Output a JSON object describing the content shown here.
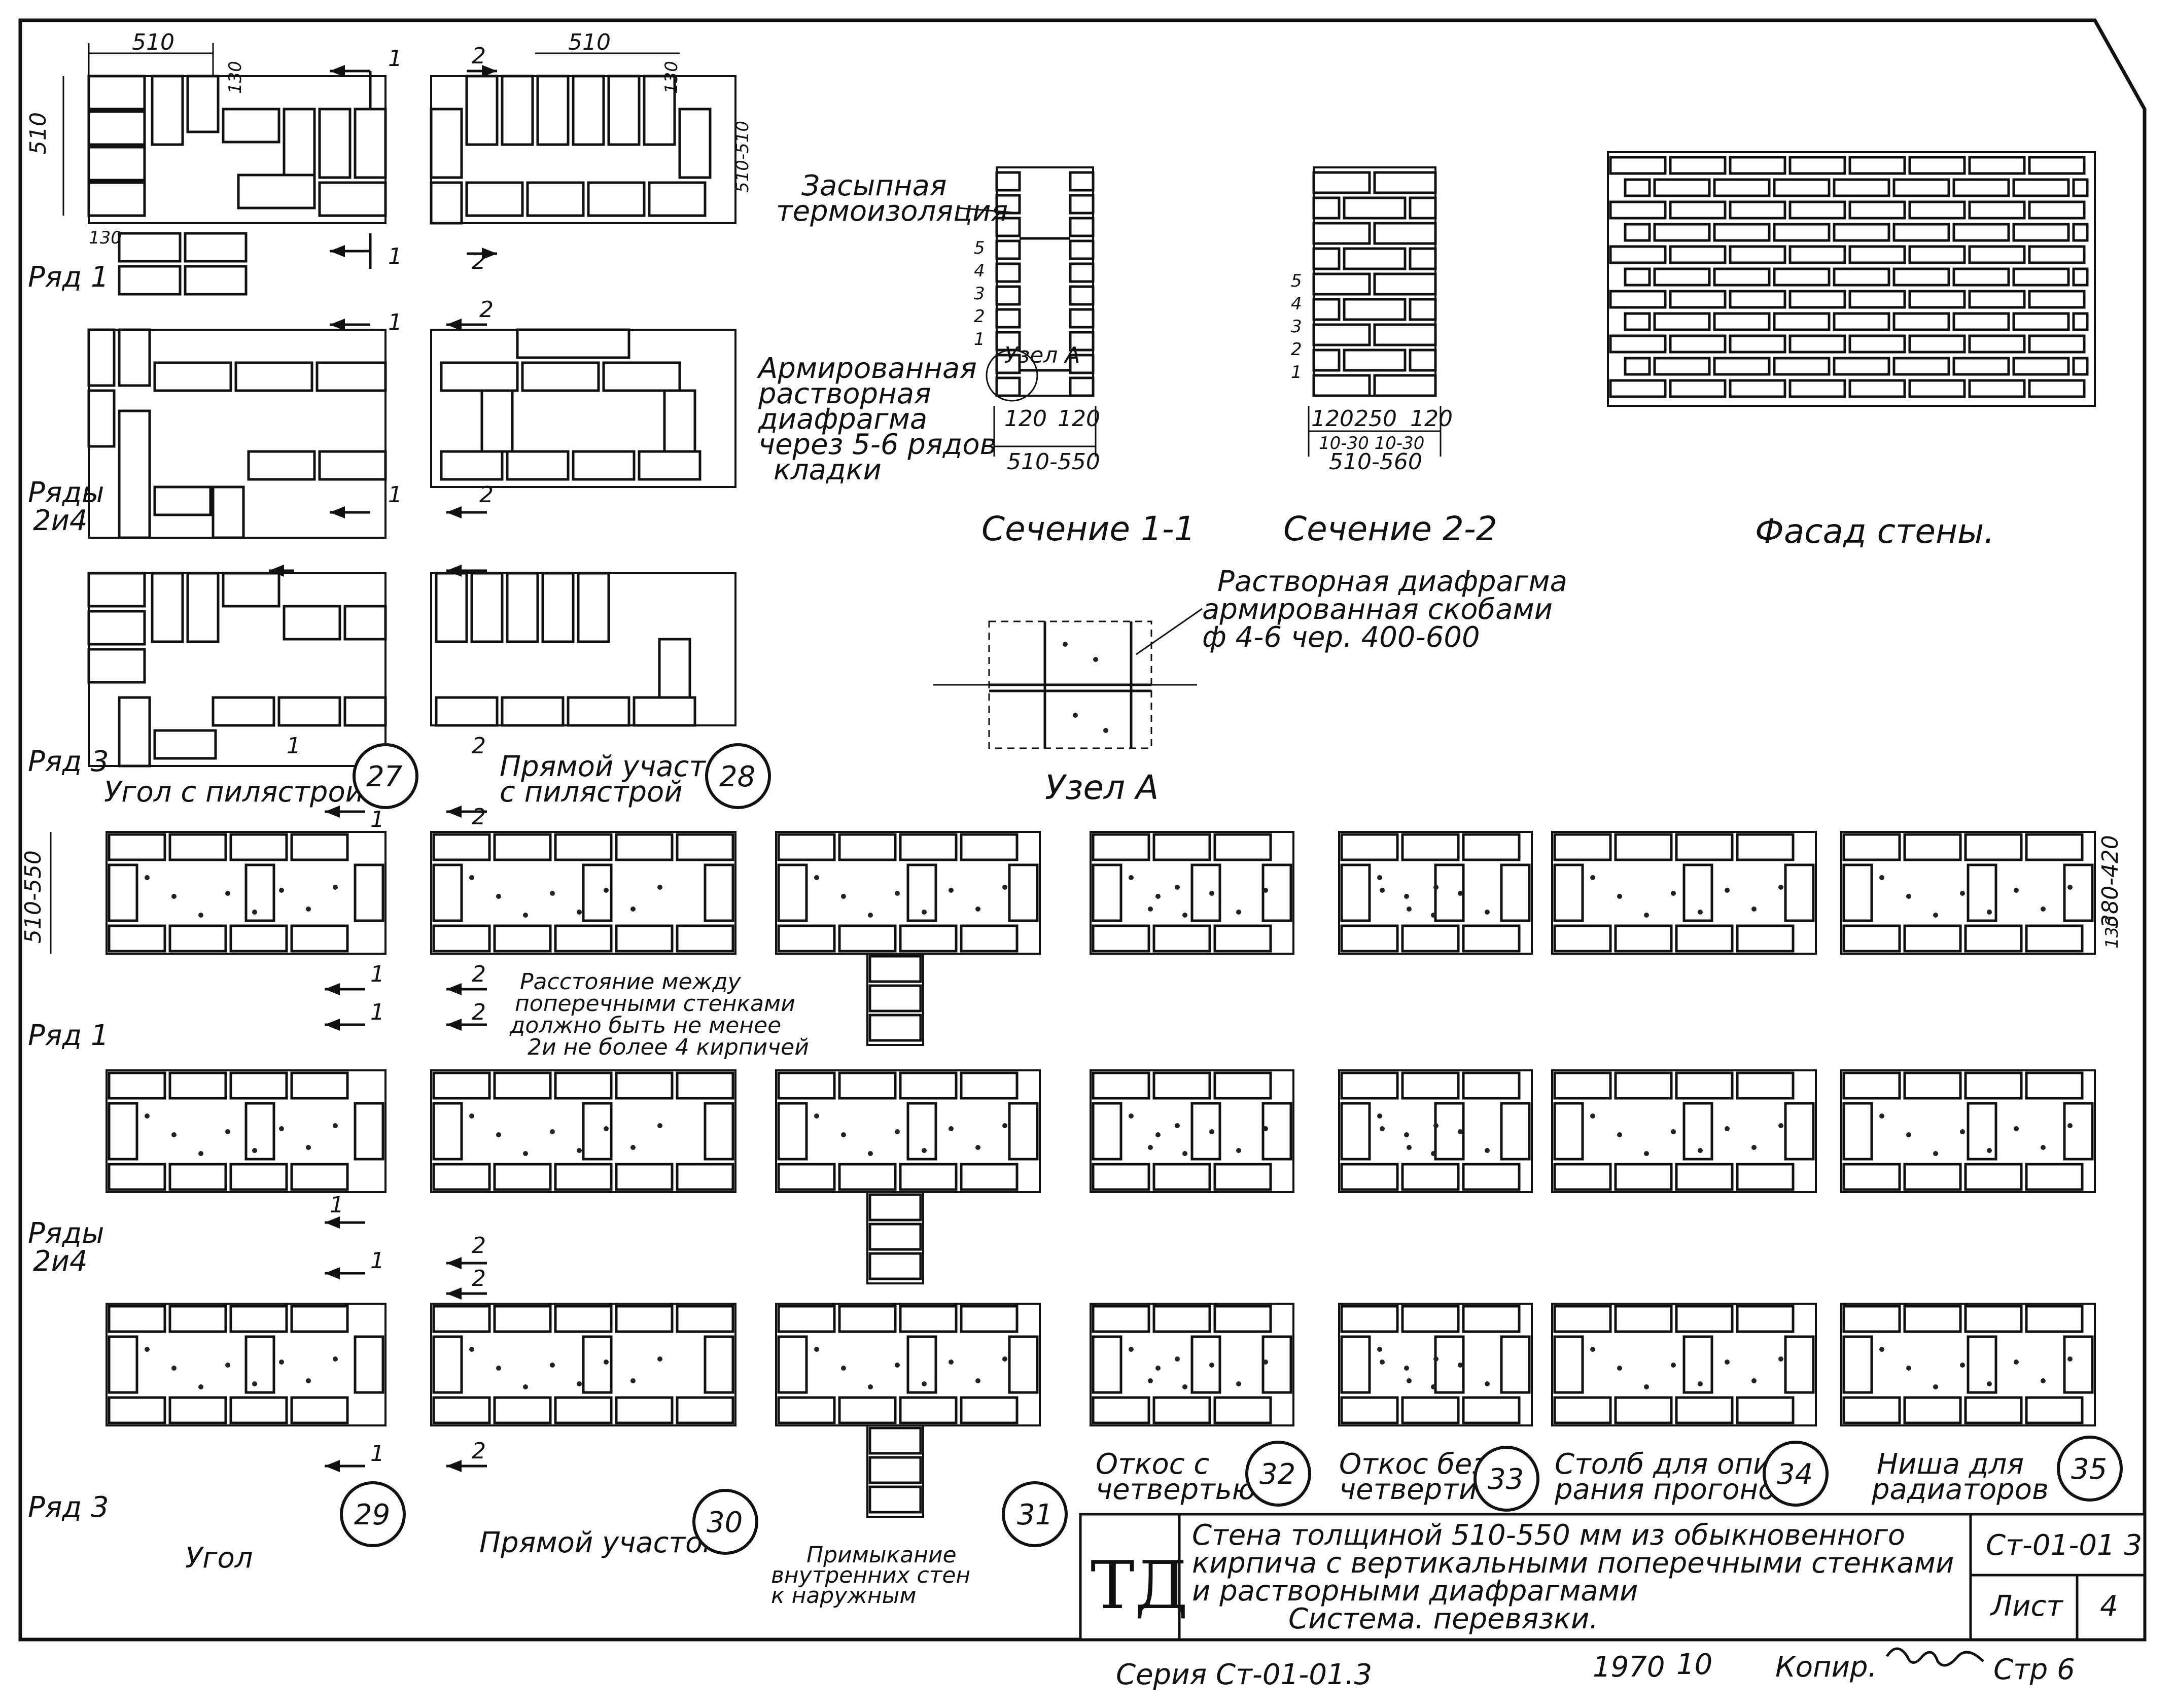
{
  "top_details": {
    "dims": {
      "d510_top_a": "510",
      "d510_top_b": "510",
      "d510_side": "510",
      "d130_a": "130",
      "d130_b": "130",
      "d130_c": "130",
      "d510_510": "510-510"
    },
    "section_marks": [
      "1",
      "1",
      "2",
      "2",
      "1",
      "1",
      "2",
      "2",
      "1",
      "2"
    ],
    "row_labels": {
      "row1": "Ряд 1",
      "row24": [
        "Ряды",
        "2и4"
      ],
      "row3": "Ряд 3"
    },
    "captions": {
      "n27": [
        "Угол с пилястрой"
      ],
      "n28": [
        "Прямой участок",
        "с пилястрой"
      ]
    },
    "numbers": {
      "n27": "27",
      "n28": "28"
    }
  },
  "sections": {
    "s11": {
      "title": "Сечение 1-1",
      "fill_label": [
        "Засыпная",
        "термоизоляция"
      ],
      "diaphragm_label": [
        "Армированная",
        "растворная",
        "диафрагма",
        "через 5-6 рядов",
        "кладки"
      ],
      "node_label": "Узел А",
      "dims": {
        "a": "120",
        "b": "120",
        "total": "510-550"
      },
      "rows": [
        "5",
        "4",
        "3",
        "2",
        "1"
      ]
    },
    "s22": {
      "title": "Сечение 2-2",
      "dims": {
        "a": "120",
        "b": "250",
        "c": "120",
        "gap": "10-30 10-30",
        "total": "510-560"
      },
      "rows": [
        "5",
        "4",
        "3",
        "2",
        "1"
      ]
    },
    "facade": {
      "title": "Фасад стены."
    },
    "node_a": {
      "title": "Узел А",
      "label": [
        "Растворная диафрагма",
        "армированная скобами",
        "ф 4-6 чер. 400-600"
      ]
    }
  },
  "bottom_details": {
    "dims": {
      "d510_550": "510-550",
      "d380_420": "380-420",
      "d130": "130"
    },
    "row_labels": {
      "row1": "Ряд 1",
      "row24": [
        "Ряды",
        "2и4"
      ],
      "row3": "Ряд 3"
    },
    "distance_note": [
      "Расстояние между",
      "поперечными стенками",
      "должно быть не менее",
      "2и не более 4 кирпичей"
    ],
    "section_marks": [
      "1",
      "1",
      "2",
      "2",
      "1",
      "1",
      "2",
      "2",
      "1",
      "2",
      "1",
      "2"
    ],
    "items": [
      {
        "num": "29",
        "caption": [
          "Угол"
        ]
      },
      {
        "num": "30",
        "caption": [
          "Прямой участок"
        ]
      },
      {
        "num": "31",
        "caption": [
          "Примыкание",
          "внутренних стен",
          "к наружным"
        ]
      },
      {
        "num": "32",
        "caption": [
          "Откос с",
          "четвертью"
        ]
      },
      {
        "num": "33",
        "caption": [
          "Откос без",
          "четверти"
        ]
      },
      {
        "num": "34",
        "caption": [
          "Столб для опи-",
          "рания прогонов"
        ]
      },
      {
        "num": "35",
        "caption": [
          "Ниша для",
          "радиаторов"
        ]
      }
    ]
  },
  "title_block": {
    "logo": "ТД",
    "title_lines": [
      "Стена толщиной 510-550 мм из обыкновенного",
      "кирпича с вертикальными поперечными стенками",
      "и растворными диафрагмами",
      "Система. перевязки."
    ],
    "code": "Ст-01-01 3",
    "sheet_label": "Лист",
    "sheet_num": "4"
  },
  "footer": {
    "series": "Серия Ст-01-01.3",
    "year": "1970",
    "num": "10",
    "copy": "Копир.",
    "page": "Стр 6"
  }
}
